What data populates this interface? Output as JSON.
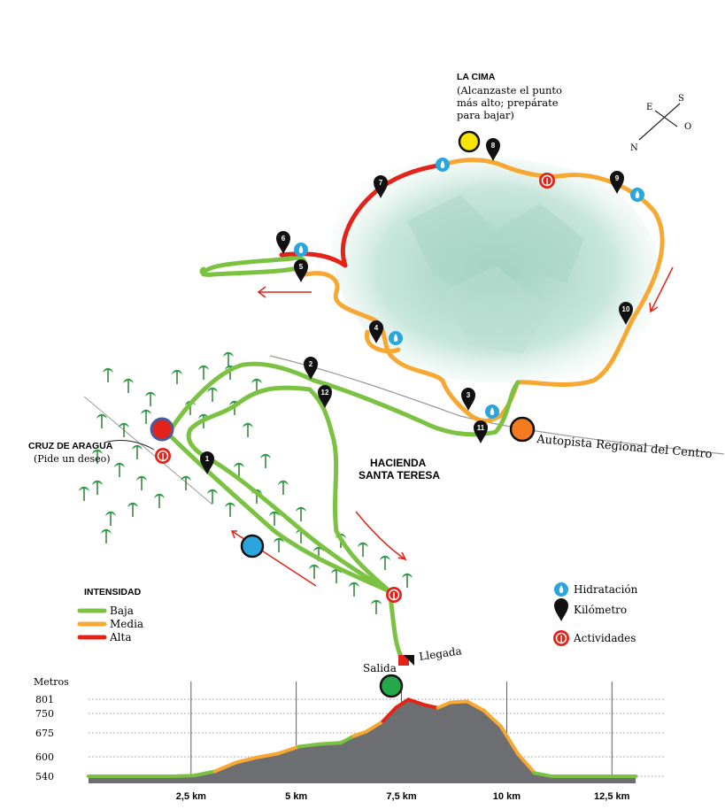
{
  "map": {
    "summit": {
      "title": "LA CIMA",
      "note_lines": [
        "(Alcanzaste el punto",
        "más alto; prepárate",
        "para bajar)"
      ]
    },
    "compass": {
      "e": "E",
      "s": "S",
      "o": "O",
      "n": "N"
    },
    "cruz": {
      "title": "CRUZ DE ARAGUA",
      "note": "(Pide un deseo)"
    },
    "hacienda": [
      "HACIENDA",
      "SANTA TERESA"
    ],
    "highway": "Autopista Regional del Centro",
    "start": "Salida",
    "finish": "Llegada",
    "km_markers": [
      "1",
      "2",
      "3",
      "4",
      "5",
      "6",
      "7",
      "8",
      "9",
      "10",
      "11",
      "12"
    ],
    "colors": {
      "baja": "#7cc242",
      "media": "#f6a832",
      "alta": "#e2231a",
      "water": "#2aa6dc",
      "activity": "#e2231a",
      "marker": "#111111"
    },
    "points": {
      "summit": "#f5e500",
      "cruz": "#e2231a",
      "highway": "#f47b20",
      "trail": "#2aa6dc",
      "start": "#25a84a"
    }
  },
  "legend": {
    "title": "INTENSIDAD",
    "items": [
      {
        "label": "Baja",
        "color": "#7cc242"
      },
      {
        "label": "Media",
        "color": "#f6a832"
      },
      {
        "label": "Alta",
        "color": "#e2231a"
      }
    ]
  },
  "symbols": {
    "items": [
      {
        "label": "Hidratación",
        "icon": "water-drop-icon"
      },
      {
        "label": "Kilómetro",
        "icon": "km-marker-icon"
      },
      {
        "label": "Actividades",
        "icon": "activity-icon"
      }
    ]
  },
  "chart_data": {
    "type": "area",
    "ylabel": "Metros",
    "y_ticks": [
      "801",
      "750",
      "675",
      "600",
      "540"
    ],
    "x_ticks": [
      "2,5 km",
      "5 km",
      "7,5 km",
      "10 km",
      "12,5 km"
    ],
    "x_km": [
      0,
      1,
      2,
      2.5,
      3,
      3.5,
      4,
      4.5,
      5,
      5.5,
      6,
      6.3,
      6.6,
      7,
      7.3,
      7.6,
      8,
      8.3,
      8.6,
      9,
      9.4,
      9.8,
      10.2,
      10.6,
      11,
      11.5,
      12,
      12.5,
      13
    ],
    "y_m": [
      540,
      540,
      540,
      542,
      555,
      582,
      598,
      610,
      632,
      640,
      644,
      665,
      680,
      720,
      770,
      800,
      780,
      770,
      790,
      793,
      760,
      700,
      610,
      550,
      540,
      540,
      540,
      540,
      540
    ],
    "ylim": [
      540,
      801
    ],
    "xlim": [
      0,
      13
    ]
  }
}
